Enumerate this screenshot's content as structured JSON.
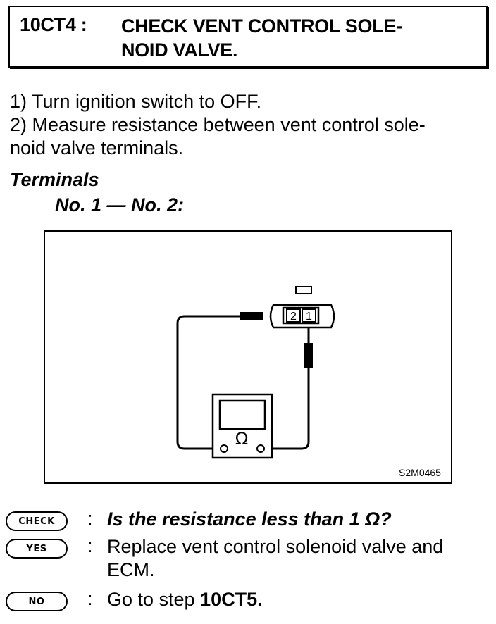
{
  "header": {
    "step_id": "10CT4 :",
    "title_line1": "CHECK VENT CONTROL SOLE-",
    "title_line2": "NOID VALVE."
  },
  "steps": [
    "1)  Turn ignition switch to OFF.",
    "2)  Measure resistance between vent control sole-",
    "noid valve terminals."
  ],
  "terminals": {
    "heading": "Terminals",
    "pair": "No. 1 — No. 2:"
  },
  "figure": {
    "connector_pin_2": "2",
    "connector_pin_1": "1",
    "meter_symbol": "Ω",
    "code": "S2M0465"
  },
  "check": {
    "badge": "CHECK",
    "colon": ":",
    "text": "Is the resistance less than 1 Ω?"
  },
  "yes": {
    "badge": "YES",
    "colon": ":",
    "line1": "Replace vent control solenoid valve and",
    "line2": "ECM."
  },
  "no": {
    "badge": "NO",
    "colon": ":",
    "prefix": "Go to step ",
    "step": "10CT5",
    "suffix": "."
  }
}
